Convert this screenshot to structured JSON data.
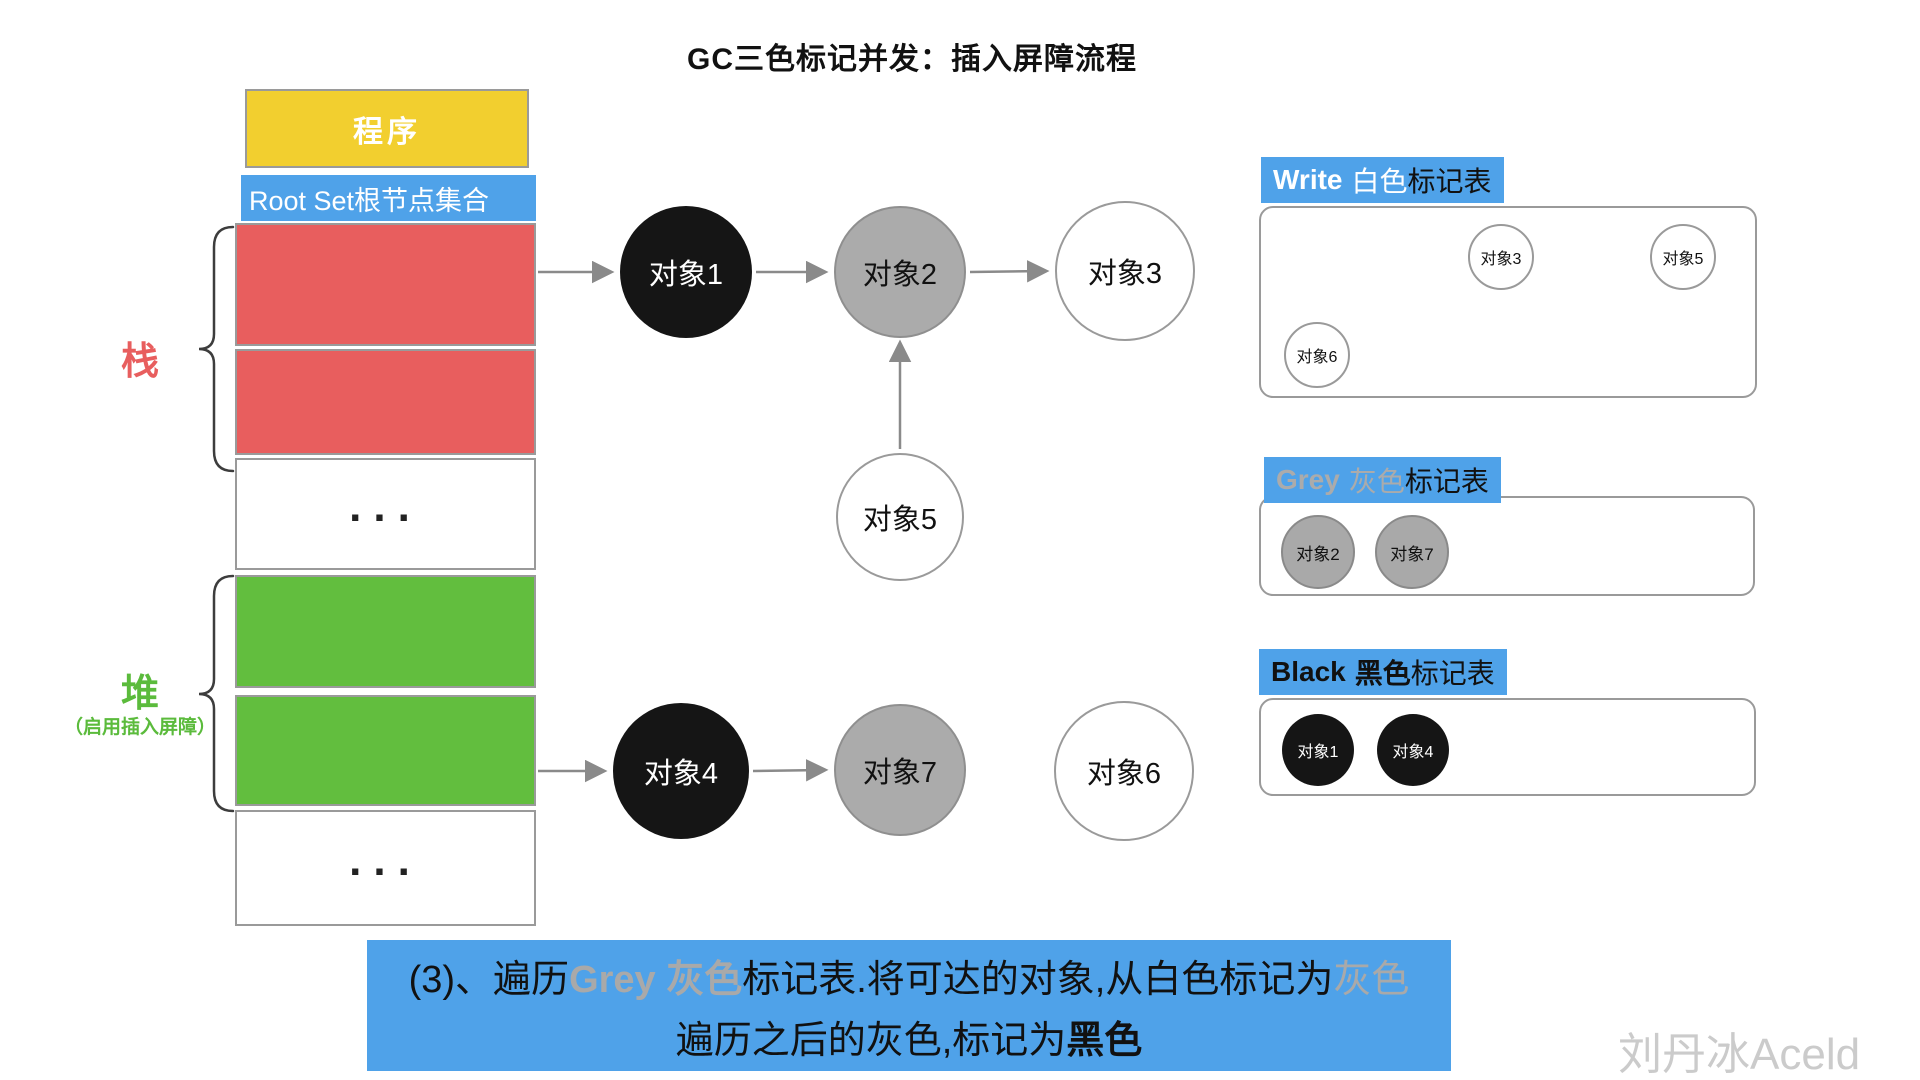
{
  "title": "GC三色标记并发：插入屏障流程",
  "watermark": "刘丹冰Aceld",
  "colors": {
    "blue": "#4FA2E9",
    "yellow": "#F2CF2F",
    "red": "#E85E5E",
    "green": "#62BE3E",
    "grey": "#ABABAB",
    "black": "#151515"
  },
  "memory": {
    "program": "程序",
    "root_set": "Root Set根节点集合",
    "ellipsis": "...",
    "stack_label": "栈",
    "heap_label": "堆",
    "heap_note": "（启用插入屏障）"
  },
  "graph": {
    "obj1": "对象1",
    "obj2": "对象2",
    "obj3": "对象3",
    "obj4": "对象4",
    "obj5": "对象5",
    "obj6": "对象6",
    "obj7": "对象7"
  },
  "tables": {
    "white": {
      "title_en": "Write",
      "title_color": "白色",
      "title_suffix": "标记表",
      "items": [
        "对象3",
        "对象5",
        "对象6"
      ]
    },
    "grey": {
      "title_en": "Grey",
      "title_color": "灰色",
      "title_suffix": "标记表",
      "items": [
        "对象2",
        "对象7"
      ]
    },
    "black": {
      "title_en": "Black",
      "title_color": "黑色",
      "title_suffix": "标记表",
      "items": [
        "对象1",
        "对象4"
      ]
    }
  },
  "caption": {
    "l1_a": "(3)、遍历",
    "l1_b": "Grey 灰色",
    "l1_c": "标记表.将可达的对象,从白色标记为",
    "l1_d": "灰色",
    "l2_a": "遍历之后的灰色,标记为",
    "l2_b": "黑色"
  }
}
